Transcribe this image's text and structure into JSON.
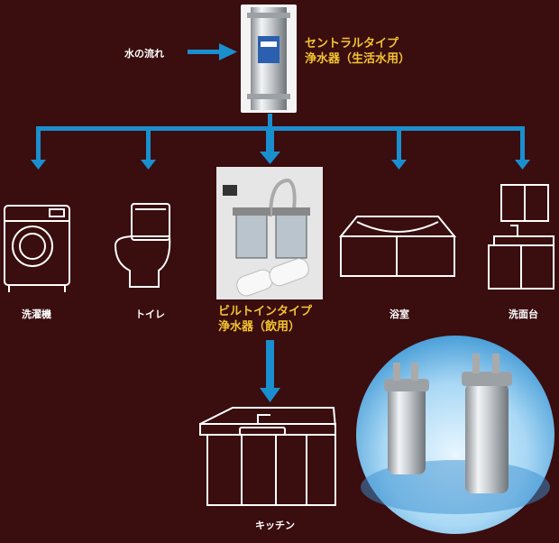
{
  "diagram": {
    "flow_label": "水の流れ",
    "central": {
      "line1": "セントラルタイプ",
      "line2": "浄水器（生活水用）"
    },
    "builtin": {
      "line1": "ビルトインタイプ",
      "line2": "浄水器（飲用）"
    },
    "destinations": [
      "洗濯機",
      "トイレ",
      "浴室",
      "洗面台"
    ],
    "kitchen": "キッチン",
    "colors": {
      "background": "#3a0d0f",
      "arrow": "#1a8fd0",
      "highlight": "#f4c430",
      "text": "#ffffff"
    },
    "icons": [
      "central-filter-icon",
      "washing-machine-icon",
      "toilet-icon",
      "builtin-filter-photo",
      "bathtub-icon",
      "washbasin-icon",
      "kitchen-sink-icon",
      "filter-canisters-photo"
    ]
  }
}
